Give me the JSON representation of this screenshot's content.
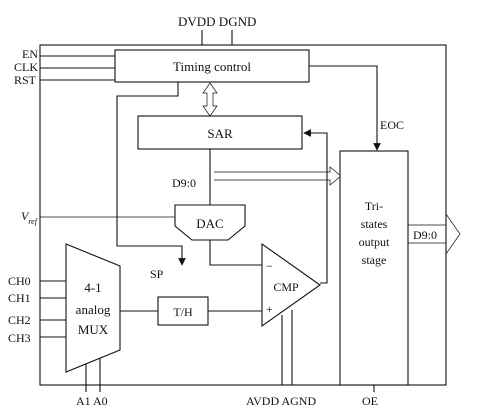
{
  "labels": {
    "supply_digital": "DVDD DGND",
    "pin_en": "EN",
    "pin_clk": "CLK",
    "pin_rst": "RST",
    "timing_control": "Timing control",
    "sar": "SAR",
    "eoc": "EOC",
    "d_internal": "D9:0",
    "vref_main": "V",
    "vref_sub": "ref",
    "dac": "DAC",
    "ch0": "CH0",
    "ch1": "CH1",
    "ch2": "CH2",
    "ch3": "CH3",
    "mux_line1": "4-1",
    "mux_line2": "analog",
    "mux_line3": "MUX",
    "sp": "SP",
    "th": "T/H",
    "cmp": "CMP",
    "cmp_minus": "−",
    "cmp_plus": "+",
    "tri_line1": "Tri-",
    "tri_line2": "states",
    "tri_line3": "output",
    "tri_line4": "stage",
    "d_out": "D9:0",
    "addr_pins": "A1 A0",
    "supply_analog": "AVDD AGND",
    "oe": "OE"
  }
}
